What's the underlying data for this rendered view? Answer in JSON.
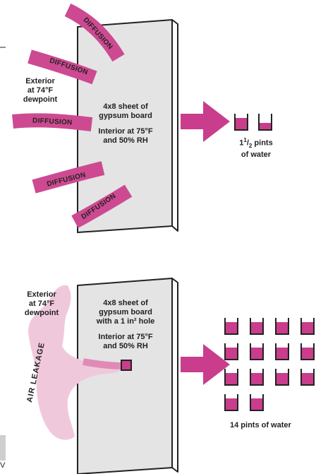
{
  "top_panel": {
    "exterior_label": [
      "Exterior",
      "at 74°F",
      "dewpoint"
    ],
    "board_label": [
      "4x8 sheet of",
      "gypsum board"
    ],
    "interior_label": [
      "Interior at 75°F",
      "and 50% RH"
    ],
    "diffusion_label": "DIFFUSION",
    "result_whole": "1",
    "result_numerator": "1",
    "result_denominator": "2",
    "result_text": " pints",
    "result_line2": "of water",
    "cups": [
      {
        "fill_fraction": 0.75
      },
      {
        "fill_fraction": 0.42
      }
    ]
  },
  "bottom_panel": {
    "exterior_label": [
      "Exterior",
      "at 74°F",
      "dewpoint"
    ],
    "board_label": [
      "4x8 sheet of",
      "gypsum board",
      "with a 1 in² hole"
    ],
    "interior_label": [
      "Interior at 75°F",
      "and 50% RH"
    ],
    "air_leakage_label": "AIR LEAKAGE",
    "result_label": "14 pints of water",
    "cup_fill_fraction": 0.75,
    "cup_count": 14
  },
  "edge_fragment": "V",
  "colors": {
    "wall_face": "#e4e4e4",
    "wall_side": "#ffffff",
    "magenta": "#c93d8c",
    "cloud": "#f0c8dc"
  }
}
